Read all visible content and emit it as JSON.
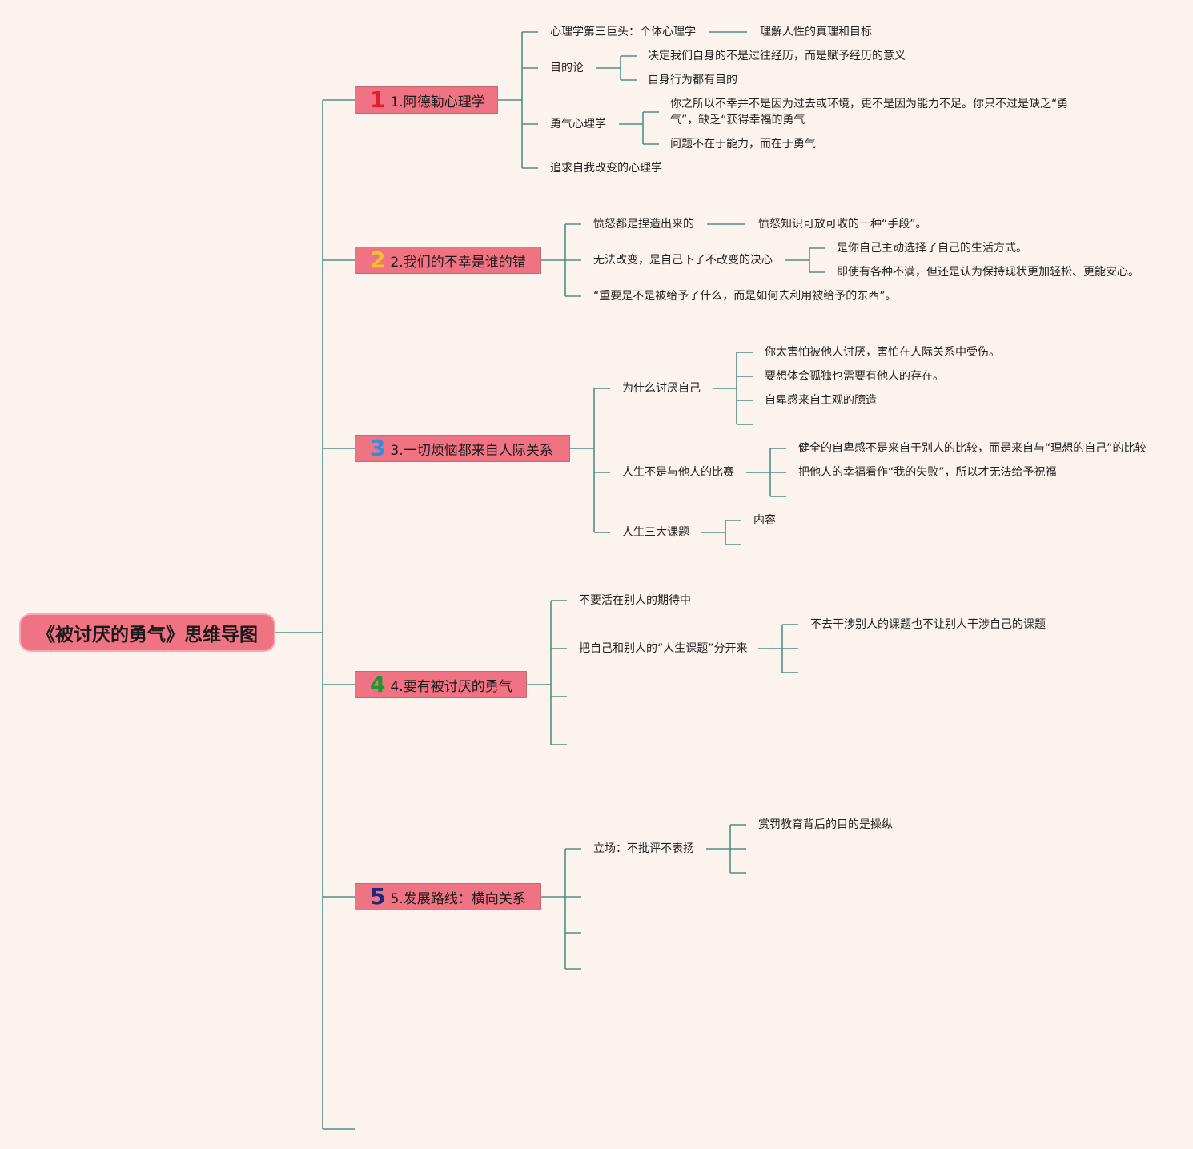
{
  "title": "《被讨厌的勇气》思维导图",
  "branches": [
    {
      "num": "1",
      "num_color": "#e11d2e",
      "label": "1.阿德勒心理学",
      "items": [
        {
          "text": "心理学第三巨头：个体心理学",
          "children": [
            "理解人性的真理和目标"
          ]
        },
        {
          "text": "目的论",
          "children": [
            "决定我们自身的不是过往经历，而是赋予经历的意义",
            "自身行为都有目的"
          ]
        },
        {
          "text": "勇气心理学",
          "children": [
            "你之所以不幸并不是因为过去或环境，更不是因为能力不足。你只不过是缺乏“勇气”，缺乏“获得幸福的勇气",
            "问题不在于能力，而在于勇气"
          ]
        },
        {
          "text": "追求自我改变的心理学",
          "children": []
        }
      ]
    },
    {
      "num": "2",
      "num_color": "#f2c12e",
      "label": "2.我们的不幸是谁的错",
      "items": [
        {
          "text": "愤怒都是捏造出来的",
          "children": [
            "愤怒知识可放可收的一种“手段”。"
          ]
        },
        {
          "text": "无法改变，是自己下了不改变的决心",
          "children": [
            "是你自己主动选择了自己的生活方式。",
            "即使有各种不满，但还是认为保持现状更加轻松、更能安心。"
          ]
        },
        {
          "text": "“重要是不是被给予了什么，而是如何去利用被给予的东西”。",
          "children": []
        }
      ]
    },
    {
      "num": "3",
      "num_color": "#2e8ee0",
      "label": "3.一切烦恼都来自人际关系",
      "items": [
        {
          "text": "为什么讨厌自己",
          "children": [
            "你太害怕被他人讨厌，害怕在人际关系中受伤。",
            "要想体会孤独也需要有他人的存在。",
            "自卑感来自主观的臆造",
            ""
          ]
        },
        {
          "text": "人生不是与他人的比赛",
          "children": [
            "健全的自卑感不是来自于别人的比较，而是来自与“理想的自己”的比较",
            "把他人的幸福看作“我的失败”，所以才无法给予祝福",
            ""
          ]
        },
        {
          "text": "人生三大课题",
          "children": [
            "内容",
            ""
          ]
        }
      ]
    },
    {
      "num": "4",
      "num_color": "#1a9a2e",
      "label": "4.要有被讨厌的勇气",
      "items": [
        {
          "text": "不要活在别人的期待中",
          "children": []
        },
        {
          "text": "把自己和别人的“人生课题”分开来",
          "children": [
            "不去干涉别人的课题也不让别人干涉自己的课题",
            "",
            ""
          ]
        },
        {
          "text": "",
          "children": []
        },
        {
          "text": "",
          "children": []
        }
      ]
    },
    {
      "num": "5",
      "num_color": "#22267a",
      "label": "5.发展路线：横向关系",
      "items": [
        {
          "text": "立场：不批评不表扬",
          "children": [
            "赏罚教育背后的目的是操纵",
            "",
            ""
          ]
        },
        {
          "text": "",
          "children": []
        },
        {
          "text": "",
          "children": []
        },
        {
          "text": "",
          "children": []
        }
      ]
    }
  ]
}
